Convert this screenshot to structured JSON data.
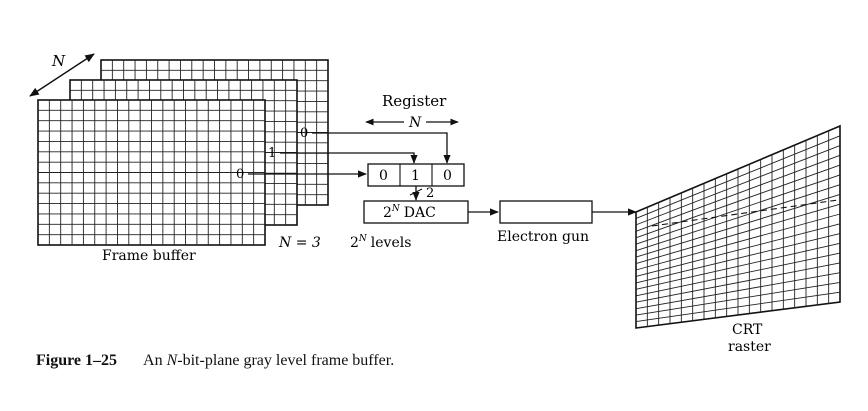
{
  "labels": {
    "n_top": "N",
    "register": "Register",
    "register_width": "N",
    "bit_plane_0": "0",
    "bit_plane_1": "1",
    "bit_plane_2": "0",
    "register_bits": [
      "0",
      "1",
      "0"
    ],
    "dac_input_lines": "2",
    "dac": "2",
    "dac_exp": "N",
    "dac_suffix": "DAC",
    "electron_gun": "Electron gun",
    "frame_buffer": "Frame buffer",
    "n_equals": "N = 3",
    "levels_base": "2",
    "levels_exp": "N",
    "levels_suffix": "levels",
    "crt": "CRT",
    "raster": "raster"
  },
  "caption": {
    "number": "Figure 1–25",
    "text_pre": "An ",
    "text_var": "N",
    "text_post": "-bit-plane gray level frame buffer."
  },
  "colors": {
    "ink": "#111111",
    "paper": "#ffffff"
  }
}
